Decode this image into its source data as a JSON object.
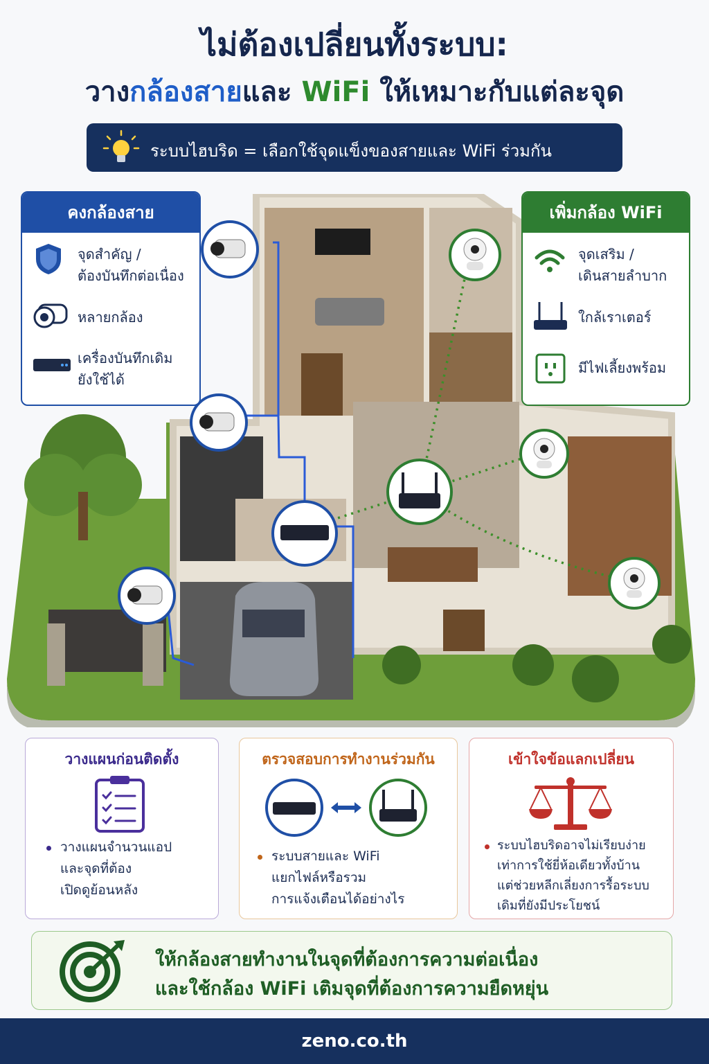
{
  "title": {
    "line1": "ไม่ต้องเปลี่ยนทั้งระบบ:",
    "line2_part1": "วาง",
    "line2_part2": "กล้องสาย",
    "line2_part3": "และ ",
    "line2_part4": "WiFi",
    "line2_part5": " ให้เหมาะกับแต่ละจุด"
  },
  "banner": {
    "text": "ระบบไฮบริด = เลือกใช้จุดแข็งของสายและ WiFi ร่วมกัน",
    "icon": "lightbulb-icon"
  },
  "left_panel": {
    "header": "คงกล้องสาย",
    "items": [
      {
        "icon": "shield-icon",
        "line1": "จุดสำคัญ /",
        "line2": "ต้องบันทึกต่อเนื่อง"
      },
      {
        "icon": "cameras-icon",
        "line1": "หลายกล้อง",
        "line2": ""
      },
      {
        "icon": "recorder-icon",
        "line1": "เครื่องบันทึกเดิม",
        "line2": "ยังใช้ได้"
      }
    ]
  },
  "right_panel": {
    "header": "เพิ่มกล้อง WiFi",
    "items": [
      {
        "icon": "wifi-icon",
        "line1": "จุดเสริม /",
        "line2": "เดินสายลำบาก"
      },
      {
        "icon": "router-icon",
        "line1": "ใกล้เราเตอร์",
        "line2": ""
      },
      {
        "icon": "outlet-icon",
        "line1": "มีไฟเลี้ยงพร้อม",
        "line2": ""
      }
    ]
  },
  "cards": [
    {
      "title": "วางแผนก่อนติดตั้ง",
      "icon": "clipboard-icon",
      "lines": [
        "วางแผนจำนวนแอป",
        "และจุดที่ต้อง",
        "เปิดดูย้อนหลัง"
      ],
      "color": "#3b2a8c"
    },
    {
      "title": "ตรวจสอบการทำงานร่วมกัน",
      "icon": "recorder-router-icon",
      "lines": [
        "ระบบสายและ WiFi",
        "แยกไฟล์หรือรวม",
        "การแจ้งเตือนได้อย่างไร"
      ],
      "color": "#c0651a"
    },
    {
      "title": "เข้าใจข้อแลกเปลี่ยน",
      "icon": "scale-icon",
      "lines": [
        "ระบบไฮบริดอาจไม่เรียบง่าย",
        "เท่าการใช้ยี่ห้อเดียวทั้งบ้าน",
        "แต่ช่วยหลีกเลี่ยงการรื้อระบบ",
        "เดิมที่ยังมีประโยชน์"
      ],
      "color": "#c0312b"
    }
  ],
  "bottom": {
    "icon": "target-icon",
    "line1": "ให้กล้องสายทำงานในจุดที่ต้องการความต่อเนื่อง",
    "line2": "และใช้กล้อง WiFi เติมจุดที่ต้องการความยืดหยุ่น"
  },
  "footer": "zeno.co.th",
  "colors": {
    "navy": "#16305e",
    "wired_blue": "#1f4fa6",
    "wifi_green": "#2e7d32"
  }
}
